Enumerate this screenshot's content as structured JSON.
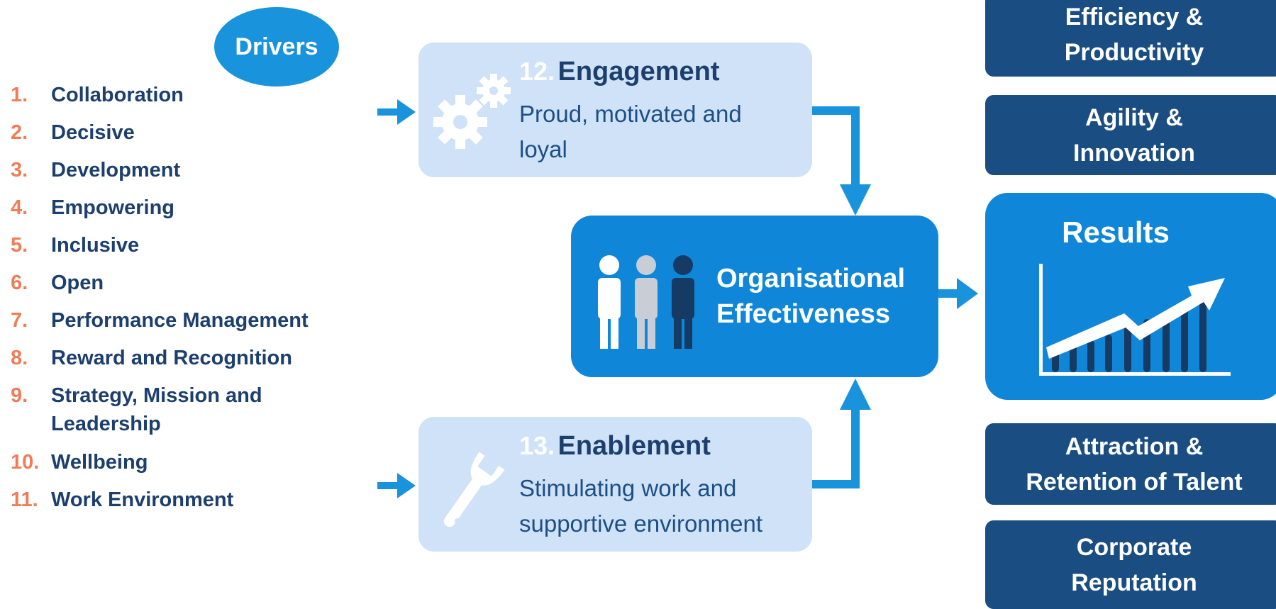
{
  "drivers": {
    "title": "Drivers",
    "items": [
      {
        "num": "1.",
        "label": "Collaboration"
      },
      {
        "num": "2.",
        "label": "Decisive"
      },
      {
        "num": "3.",
        "label": "Development"
      },
      {
        "num": "4.",
        "label": "Empowering"
      },
      {
        "num": "5.",
        "label": "Inclusive"
      },
      {
        "num": "6.",
        "label": "Open"
      },
      {
        "num": "7.",
        "label": "Performance Management"
      },
      {
        "num": "8.",
        "label": "Reward and Recognition"
      },
      {
        "num": "9.",
        "label": "Strategy, Mission and Leadership"
      },
      {
        "num": "10.",
        "label": "Wellbeing"
      },
      {
        "num": "11.",
        "label": "Work Environment"
      }
    ]
  },
  "engagement": {
    "number": "12.",
    "title": "Engagement",
    "subtitle": "Proud, motivated and loyal",
    "icon": "gears-icon"
  },
  "enablement": {
    "number": "13.",
    "title": "Enablement",
    "subtitle": "Stimulating work and supportive environment",
    "icon": "wrench-icon"
  },
  "center": {
    "title_line1": "Organisational",
    "title_line2": "Effectiveness",
    "icon": "people-icon"
  },
  "outcomes": {
    "efficiency": {
      "line1": "Efficiency &",
      "line2": "Productivity"
    },
    "agility": {
      "line1": "Agility &",
      "line2": "Innovation"
    },
    "results": {
      "title": "Results",
      "icon": "growth-chart-icon"
    },
    "attraction": {
      "line1": "Attraction &",
      "line2": "Retention of Talent"
    },
    "reputation": {
      "line1": "Corporate",
      "line2": "Reputation"
    }
  },
  "colors": {
    "accent_blue": "#0f86d8",
    "dark_navy": "#1a4d82",
    "light_blue": "#cfe2f7",
    "number_orange": "#ef7d57",
    "text_navy": "#1c3f6e"
  }
}
